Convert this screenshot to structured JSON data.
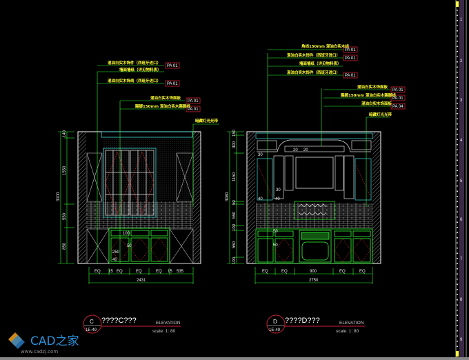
{
  "elevation_c": {
    "circle_letter": "C",
    "circle_sheet": "1E-49",
    "title": "????C???",
    "elevation_label": "ELEVATION",
    "scale": "scale:  1: 80",
    "height_total": "3100",
    "height_segments": [
      "140",
      "1550",
      "550",
      "850"
    ],
    "width_segments": [
      "EQ",
      "15",
      "EQ",
      "EQ",
      "EQ",
      "15",
      "535"
    ],
    "width_total": "2431",
    "inner_dims": [
      "100",
      "50",
      "250",
      "40"
    ],
    "callouts": [
      {
        "text": "混油白实木饰件（西班牙进口）",
        "tag": "PA 01"
      },
      {
        "text": "墙面墙纸（详见物料表）",
        "tag": ""
      },
      {
        "text": "混油白实木饰线（西班牙进口）",
        "tag": "PA 01"
      },
      {
        "text": "混油白实木饰面板",
        "tag": "PA 01"
      },
      {
        "text": "踢脚150mm 混油白实木踢脚线",
        "tag": "PA 01"
      },
      {
        "text": "暗藏灯光光带",
        "tag": ""
      }
    ]
  },
  "elevation_d": {
    "circle_letter": "D",
    "circle_sheet": "1E-49",
    "title": "????D???",
    "elevation_label": "ELEVATION",
    "scale": "scale:  1: 80",
    "height_total": "3080",
    "height_segments": [
      "150",
      "300",
      "1150",
      "50",
      "550",
      "100",
      "550",
      "100"
    ],
    "width_segments": [
      "EQ",
      "EQ",
      "900",
      "EQ",
      "EQ"
    ],
    "width_total": "2750",
    "inner_dims": [
      "20",
      "20",
      "30",
      "30",
      "40",
      "40",
      "50",
      "50"
    ],
    "callouts": [
      {
        "text": "角线150mm 混油白实木线",
        "tag": "PA 01"
      },
      {
        "text": "混油白实木饰件（西班牙进口）",
        "tag": "PA 01"
      },
      {
        "text": "墙面墙纸（详见物料表）",
        "tag": ""
      },
      {
        "text": "混油白实木饰件（西班牙进口）",
        "tag": "PA 01"
      },
      {
        "text": "混油白实木饰面板",
        "tag": "PA 01"
      },
      {
        "text": "踢脚150mm 混油白实木踢脚线",
        "tag": "PA 01"
      },
      {
        "text": "混油白实木饰面板",
        "tag": "PA 04"
      },
      {
        "text": "暗藏灯光光带",
        "tag": ""
      }
    ]
  },
  "border_numbers": [
    "1",
    "2",
    "3",
    "4",
    "5",
    "6",
    "7",
    "8",
    "9"
  ],
  "watermark": {
    "brand": "CAD之家",
    "url": "www.cadzj.com"
  },
  "colors": {
    "background": "#000000",
    "line_white": "#ffffff",
    "line_green": "#33ff33",
    "line_cyan": "#44dddd",
    "line_red": "#ff3333",
    "label_yellow": "#ffff33",
    "tag_box": "#cc2233"
  }
}
